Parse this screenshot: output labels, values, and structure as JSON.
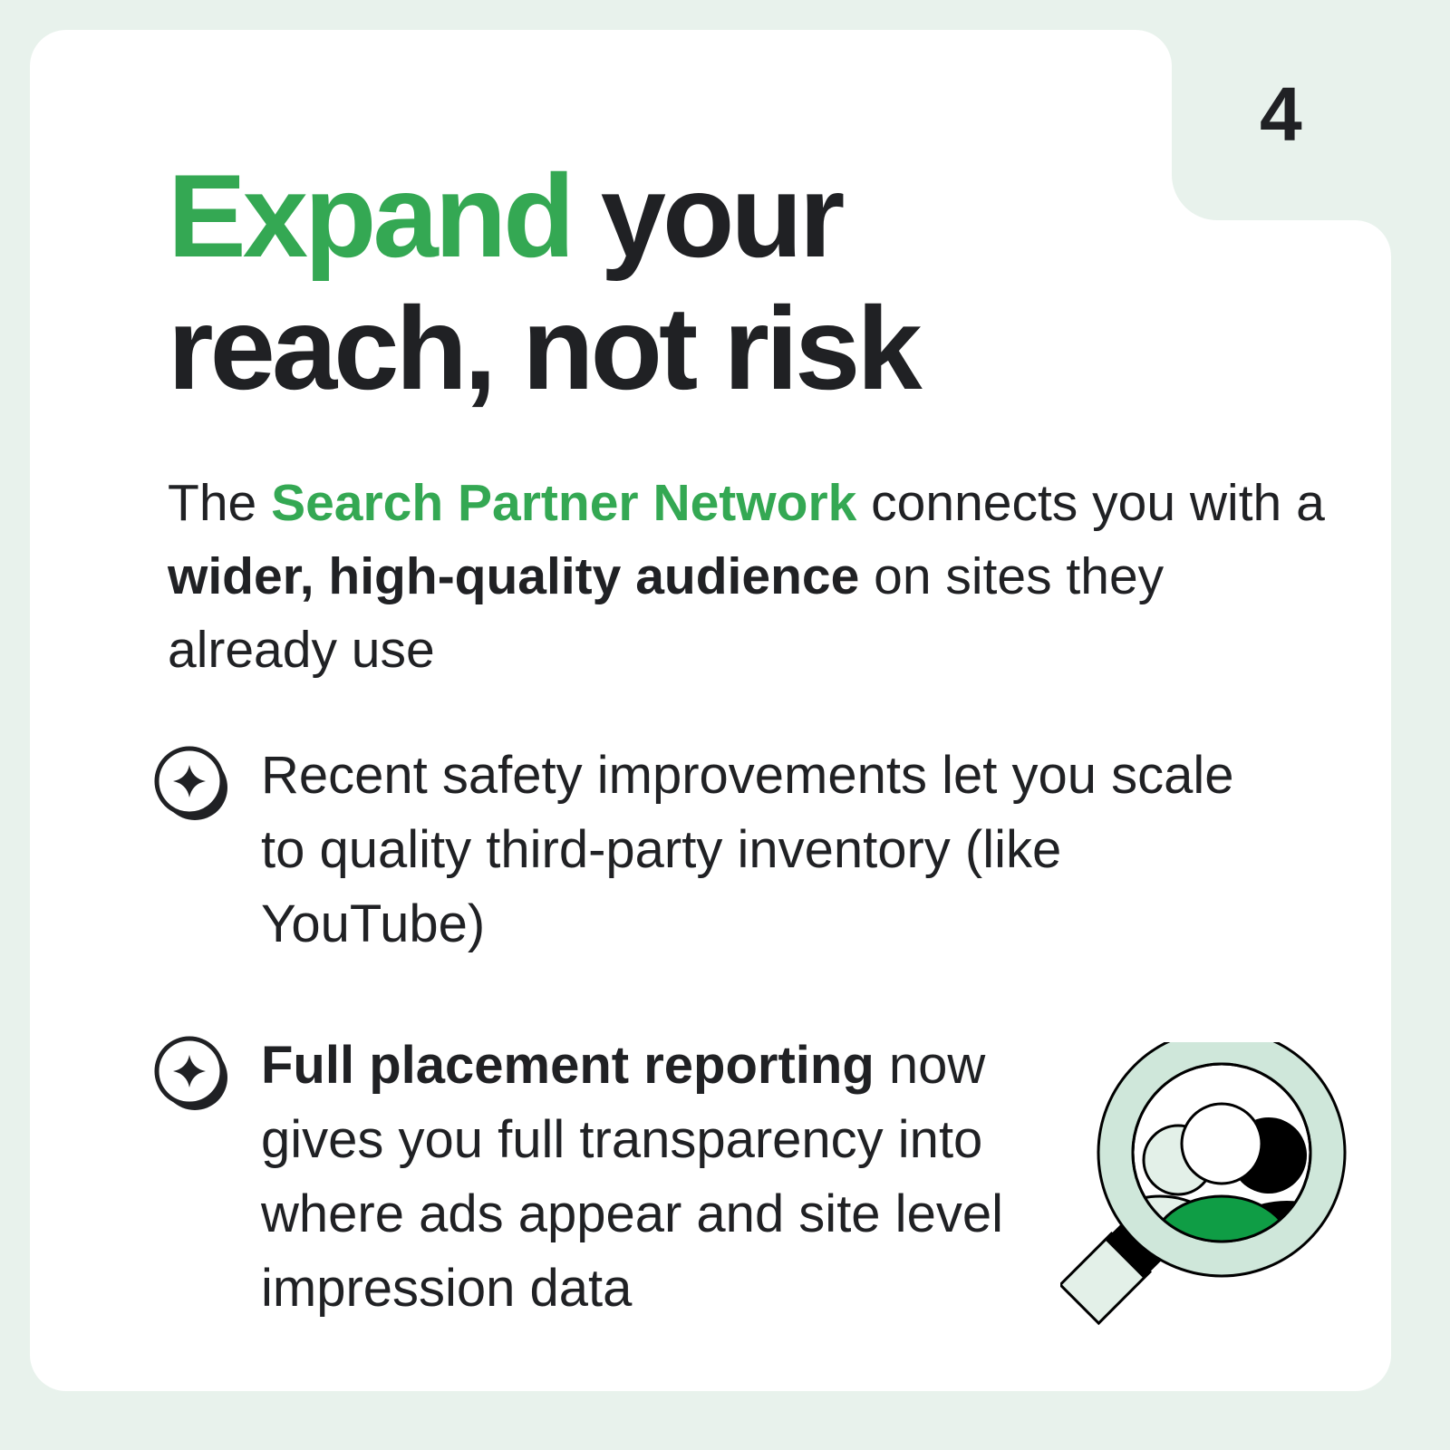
{
  "page_number": "4",
  "title": {
    "highlight": "Expand",
    "line1_rest": " your",
    "line2": "reach, not risk"
  },
  "intro": {
    "t1": "The ",
    "highlight": "Search Partner Network",
    "t2": " connects you with a ",
    "bold": "wider, high-quality audience",
    "t3": " on sites they already use"
  },
  "bullets": [
    {
      "icon": "sparkle-icon",
      "bold": "",
      "text": "Recent safety improvements let you scale to quality third-party inventory (like YouTube)"
    },
    {
      "icon": "sparkle-icon",
      "bold": "Full placement reporting",
      "text": " now gives you full transparency into where ads appear and site level impression data"
    }
  ],
  "colors": {
    "accent": "#34a853",
    "background": "#e8f2ec",
    "illustration_green": "#0f9d45",
    "illustration_light": "#cfe7da"
  }
}
